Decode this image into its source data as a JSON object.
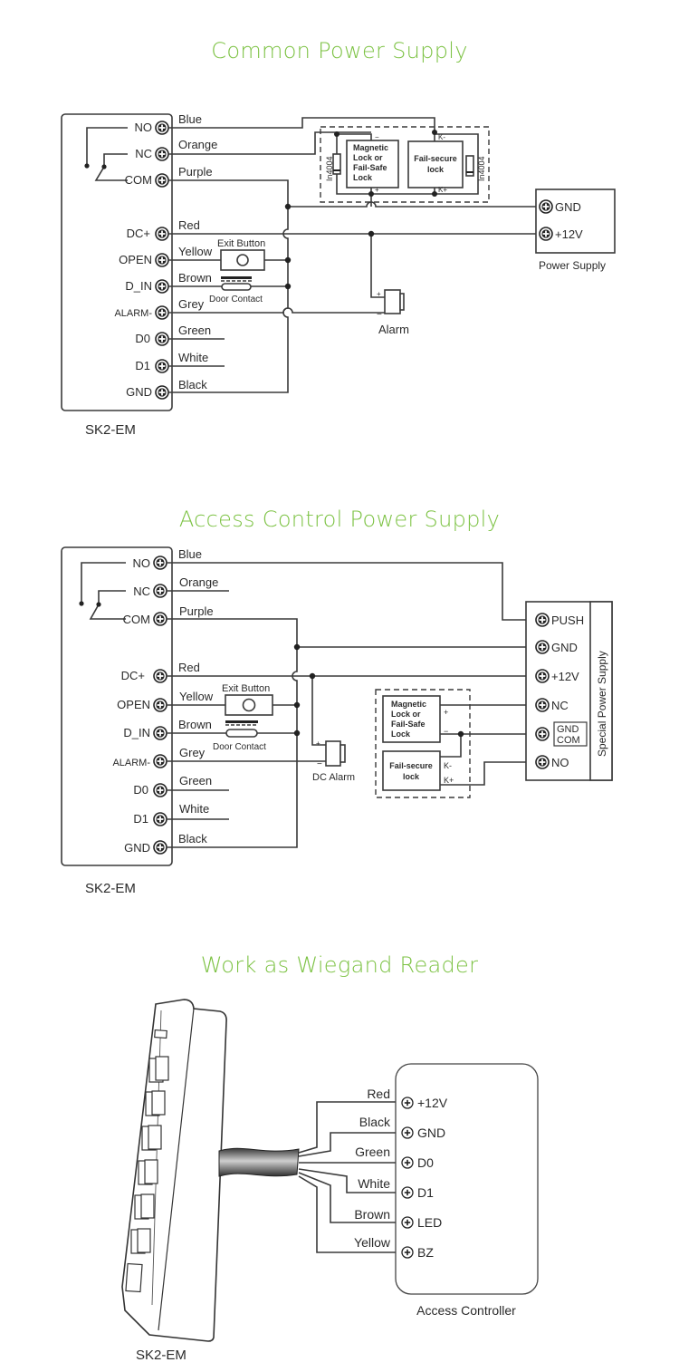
{
  "sections": [
    {
      "title": "Common Power Supply",
      "device": "SK2-EM",
      "terminals": [
        "NO",
        "NC",
        "COM",
        "DC+",
        "OPEN",
        "D_IN",
        "ALARM-",
        "D0",
        "D1",
        "GND"
      ],
      "wires": [
        "Blue",
        "Orange",
        "Purple",
        "Red",
        "Yellow",
        "Brown",
        "Grey",
        "Green",
        "White",
        "Black"
      ],
      "exit_button": "Exit Button",
      "door_contact": "Door Contact",
      "lock1": [
        "Magnetic",
        "Lock or",
        "Fail-Safe",
        "Lock"
      ],
      "lock2": [
        "Fail-secure",
        "lock"
      ],
      "diode": "In4004",
      "k_minus": "K-",
      "k_plus": "K+",
      "plus": "+",
      "minus": "−",
      "alarm": "Alarm",
      "psu_terminals": [
        "GND",
        "+12V"
      ],
      "psu_label": "Power Supply"
    },
    {
      "title": "Access Control Power Supply",
      "device": "SK2-EM",
      "terminals": [
        "NO",
        "NC",
        "COM",
        "DC+",
        "OPEN",
        "D_IN",
        "ALARM-",
        "D0",
        "D1",
        "GND"
      ],
      "wires": [
        "Blue",
        "Orange",
        "Purple",
        "Red",
        "Yellow",
        "Brown",
        "Grey",
        "Green",
        "White",
        "Black"
      ],
      "exit_button": "Exit Button",
      "door_contact": "Door Contact",
      "alarm": "DC Alarm",
      "lock1": [
        "Magnetic",
        "Lock or",
        "Fail-Safe",
        "Lock"
      ],
      "lock2": [
        "Fail-secure",
        "lock"
      ],
      "k_minus": "K-",
      "k_plus": "K+",
      "plus": "+",
      "minus": "−",
      "psu_terminals": [
        "PUSH",
        "GND",
        "+12V",
        "NC",
        "GND",
        "COM",
        "NO"
      ],
      "psu_label": "Special Power Supply"
    },
    {
      "title": "Work as Wiegand Reader",
      "device": "SK2-EM",
      "wires": [
        "Red",
        "Black",
        "Green",
        "White",
        "Brown",
        "Yellow"
      ],
      "controller_terminals": [
        "+12V",
        "GND",
        "D0",
        "D1",
        "LED",
        "BZ"
      ],
      "controller_label": "Access Controller"
    }
  ]
}
